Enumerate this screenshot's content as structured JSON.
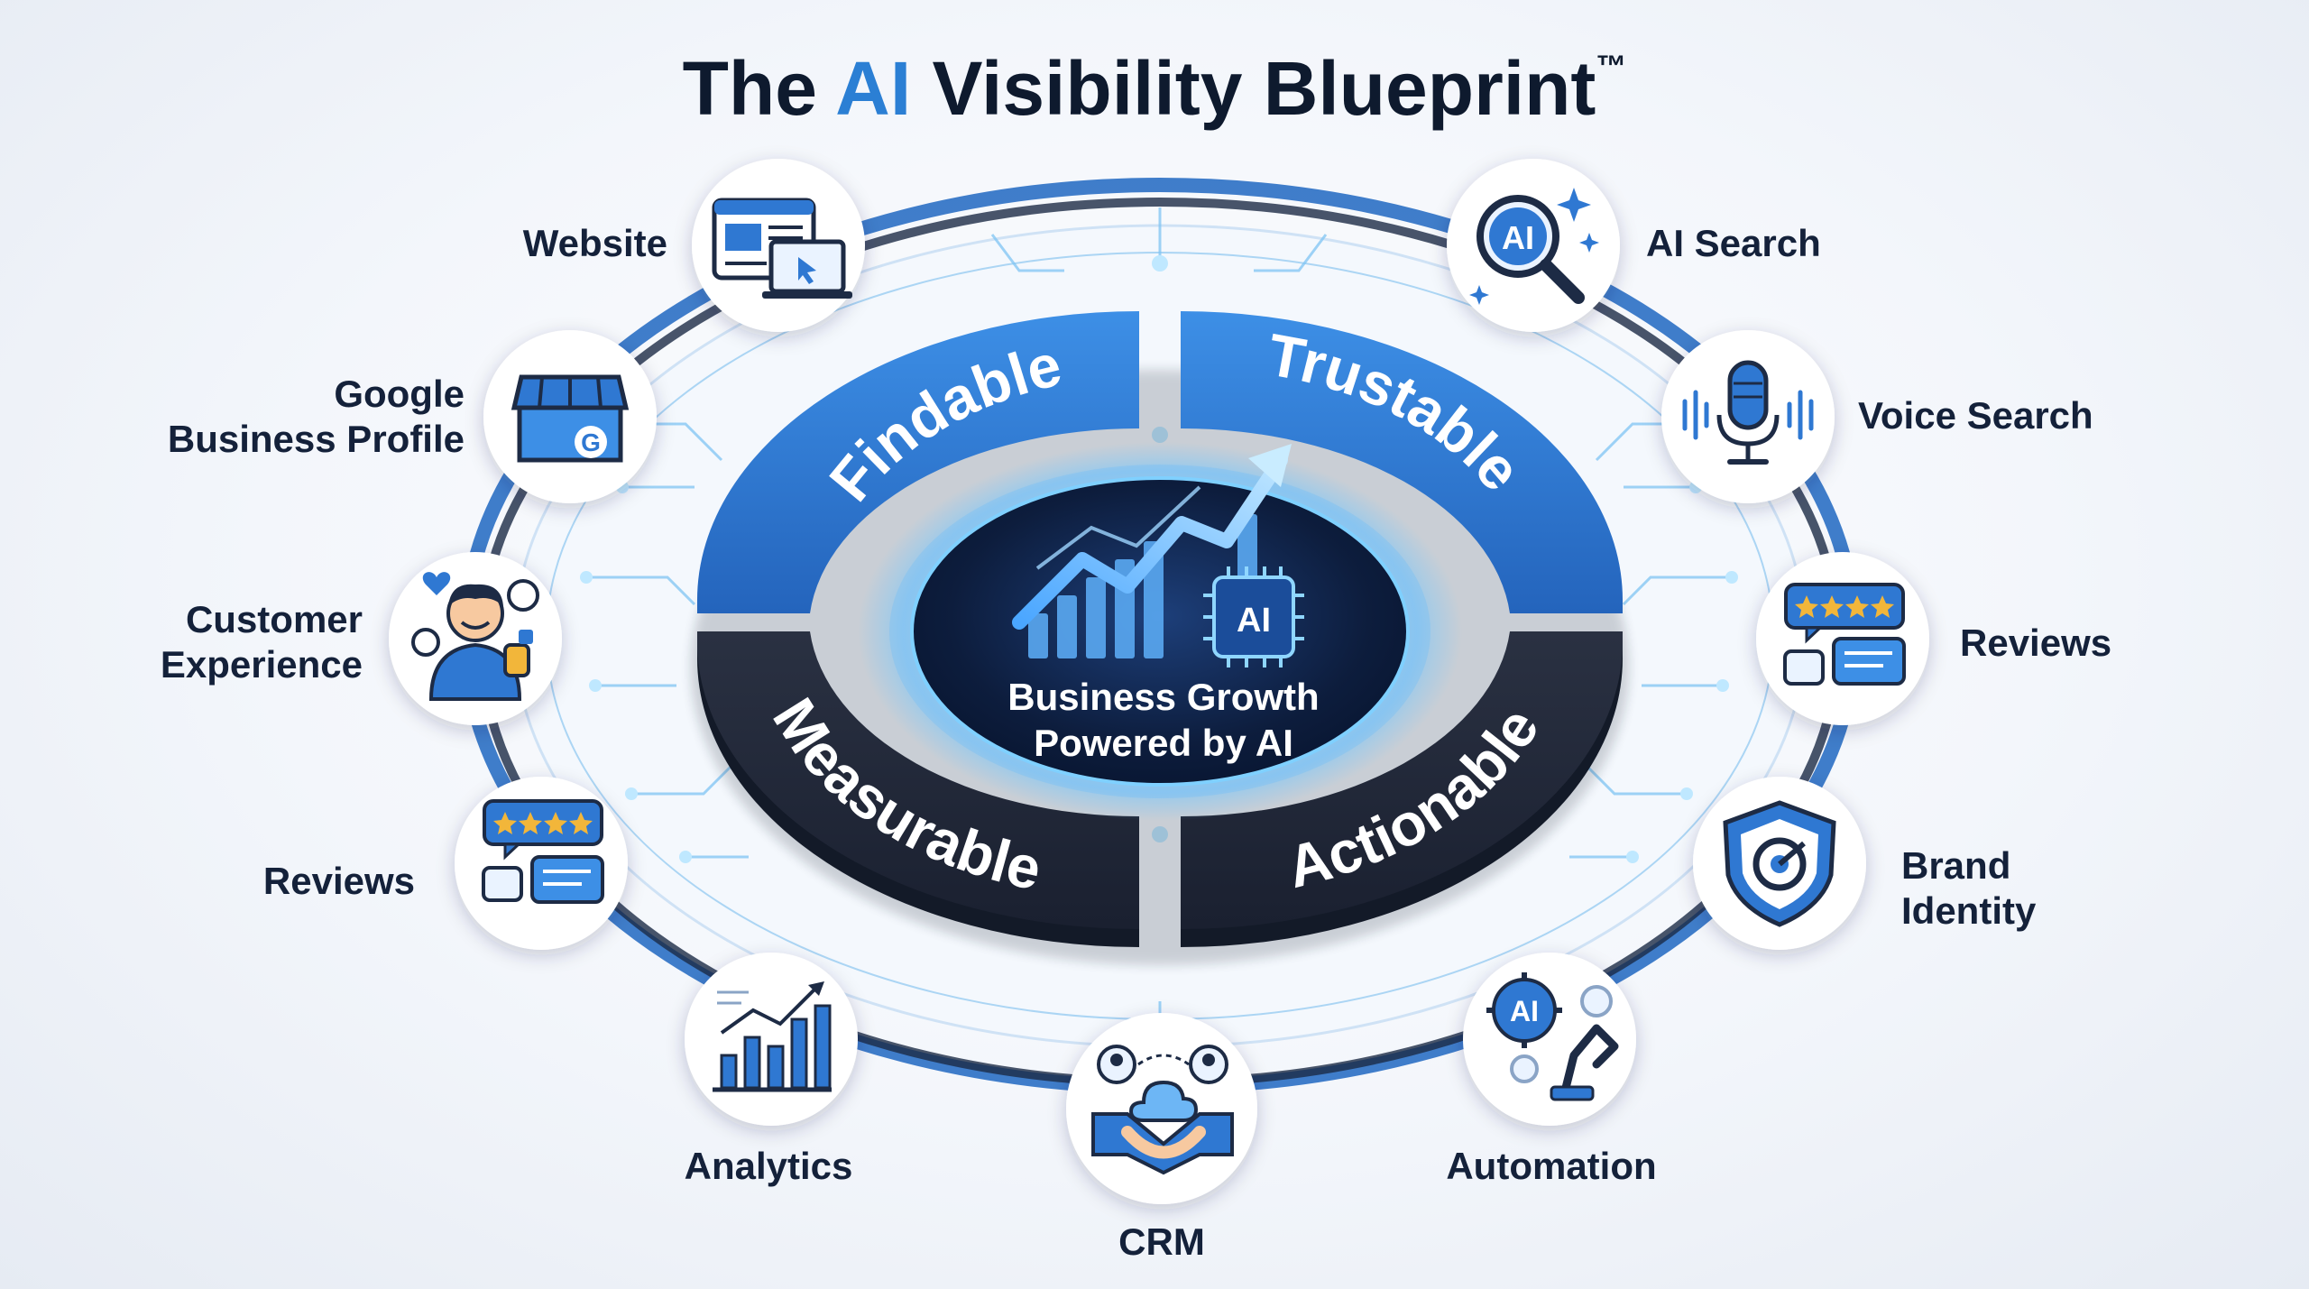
{
  "title": {
    "prefix": "The ",
    "accent": "AI",
    "suffix": " Visibility Blueprint",
    "mark": "™"
  },
  "quadrants": {
    "findable": "Findable",
    "trustable": "Trustable",
    "measurable": "Measurable",
    "actionable": "Actionable"
  },
  "center": {
    "badge": "AI",
    "line1": "Business Growth",
    "line2": "Powered by AI"
  },
  "nodes": {
    "website": {
      "label": "Website",
      "icon": "website-icon"
    },
    "google": {
      "line1": "Google",
      "line2": "Business Profile",
      "icon": "storefront-icon",
      "badge": "G"
    },
    "customer": {
      "line1": "Customer",
      "line2": "Experience",
      "icon": "happy-customer-icon"
    },
    "reviews_left": {
      "label": "Reviews",
      "icon": "reviews-icon"
    },
    "analytics": {
      "label": "Analytics",
      "icon": "analytics-chart-icon"
    },
    "crm": {
      "label": "CRM",
      "icon": "handshake-icon"
    },
    "automation": {
      "label": "Automation",
      "icon": "robot-arm-icon",
      "badge": "AI"
    },
    "brand": {
      "line1": "Brand",
      "line2": "Identity",
      "icon": "shield-icon"
    },
    "reviews_right": {
      "label": "Reviews",
      "icon": "reviews-icon"
    },
    "voice": {
      "label": "Voice Search",
      "icon": "microphone-icon"
    },
    "ai_search": {
      "label": "AI Search",
      "icon": "magnifier-ai-icon",
      "badge": "AI"
    }
  },
  "colors": {
    "blue": "#2f78d2",
    "blue_dark": "#1e5aa8",
    "navy": "#1c2333",
    "center": "#0d1d3d",
    "glow": "#7fd0ff",
    "text": "#14213a",
    "star": "#f2b63a"
  }
}
